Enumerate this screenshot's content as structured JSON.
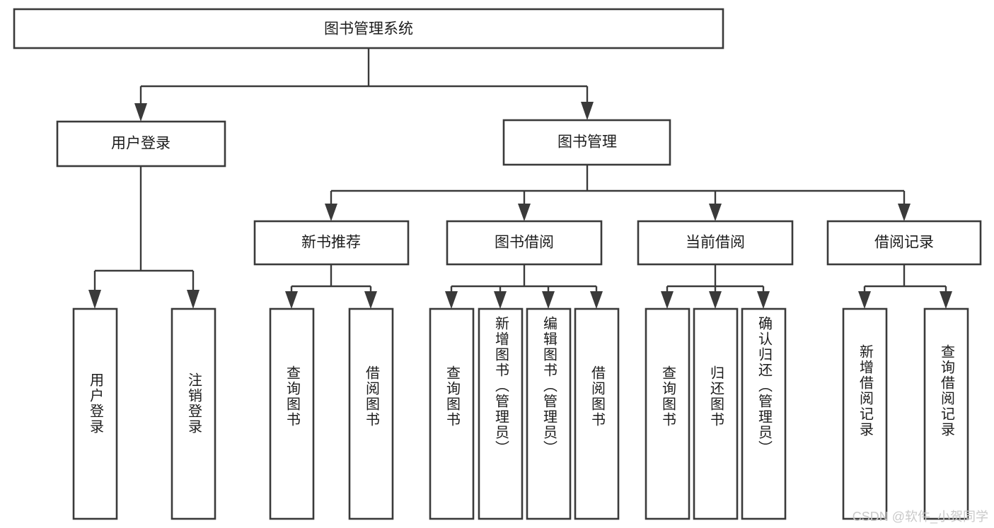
{
  "diagram": {
    "type": "tree",
    "title": "图书管理系统",
    "watermark": "CSDN @软件_小贺同学",
    "colors": {
      "stroke": "#3a3a3a",
      "box_fill": "#ffffff",
      "text": "#1c1c1c",
      "watermark": "#c9c9c9",
      "background": "#ffffff"
    },
    "levels": {
      "root": {
        "label": "图书管理系统"
      },
      "level2": [
        {
          "id": "user-login",
          "label": "用户登录"
        },
        {
          "id": "book-manage",
          "label": "图书管理"
        }
      ],
      "level3": [
        {
          "id": "new-book-rec",
          "label": "新书推荐",
          "parent": "book-manage"
        },
        {
          "id": "book-borrow",
          "label": "图书借阅",
          "parent": "book-manage"
        },
        {
          "id": "current-borrow",
          "label": "当前借阅",
          "parent": "book-manage"
        },
        {
          "id": "borrow-record",
          "label": "借阅记录",
          "parent": "book-manage"
        }
      ],
      "leaves": [
        {
          "id": "leaf-user-login",
          "label": "用户登录",
          "parent": "user-login"
        },
        {
          "id": "leaf-logout",
          "label": "注销登录",
          "parent": "user-login"
        },
        {
          "id": "leaf-query-book-1",
          "label": "查询图书",
          "parent": "new-book-rec"
        },
        {
          "id": "leaf-borrow-book-1",
          "label": "借阅图书",
          "parent": "new-book-rec"
        },
        {
          "id": "leaf-query-book-2",
          "label": "查询图书",
          "parent": "book-borrow"
        },
        {
          "id": "leaf-add-book",
          "label": "新增图书（管理员）",
          "parent": "book-borrow"
        },
        {
          "id": "leaf-edit-book",
          "label": "编辑图书（管理员）",
          "parent": "book-borrow"
        },
        {
          "id": "leaf-borrow-book-2",
          "label": "借阅图书",
          "parent": "book-borrow"
        },
        {
          "id": "leaf-query-book-3",
          "label": "查询图书",
          "parent": "current-borrow"
        },
        {
          "id": "leaf-return-book",
          "label": "归还图书",
          "parent": "current-borrow"
        },
        {
          "id": "leaf-confirm-return",
          "label": "确认归还（管理员）",
          "parent": "current-borrow"
        },
        {
          "id": "leaf-add-record",
          "label": "新增借阅记录",
          "parent": "borrow-record"
        },
        {
          "id": "leaf-query-record",
          "label": "查询借阅记录",
          "parent": "borrow-record"
        }
      ]
    }
  }
}
